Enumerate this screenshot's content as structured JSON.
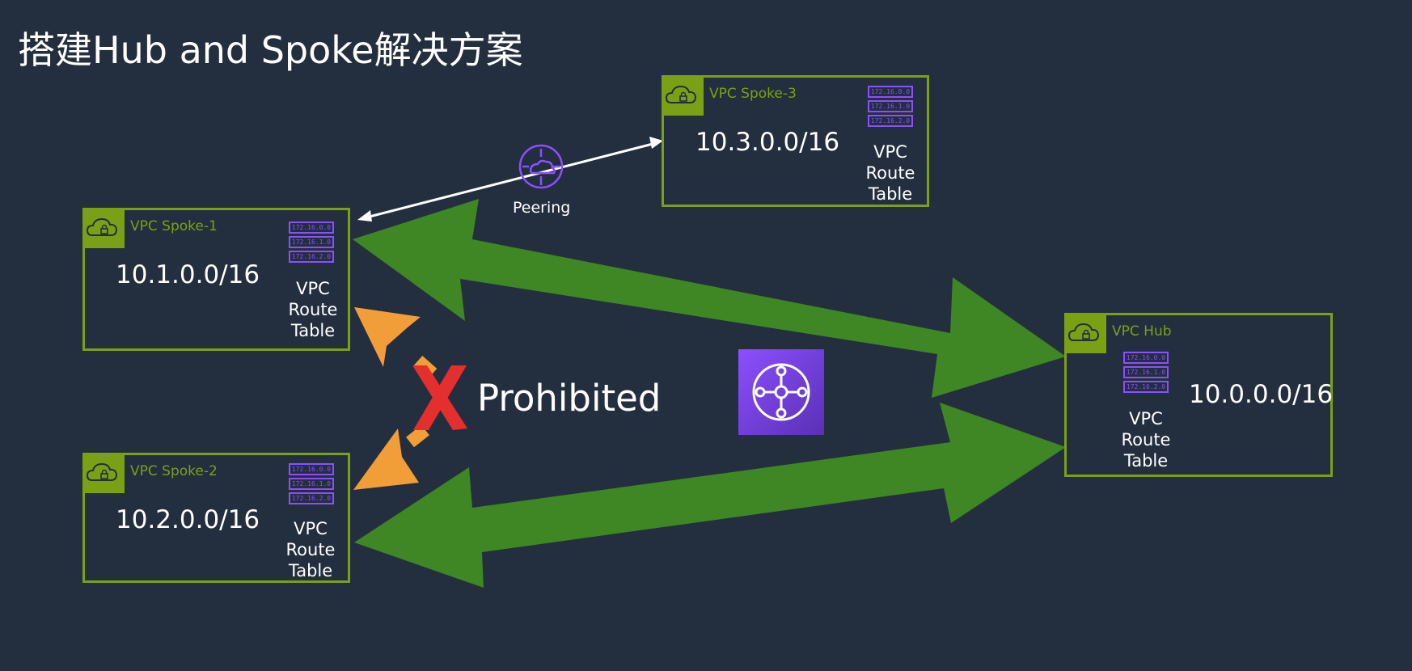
{
  "title": "搭建Hub and Spoke解决方案",
  "vpcs": {
    "spoke1": {
      "name": "VPC Spoke-1",
      "cidr": "10.1.0.0/16"
    },
    "spoke2": {
      "name": "VPC Spoke-2",
      "cidr": "10.2.0.0/16"
    },
    "spoke3": {
      "name": "VPC Spoke-3",
      "cidr": "10.3.0.0/16"
    },
    "hub": {
      "name": "VPC Hub",
      "cidr": "10.0.0.0/16"
    }
  },
  "route_table": {
    "label_lines": [
      "VPC",
      "Route",
      "Table"
    ],
    "entries": [
      "172.16.0.0",
      "172.16.1.0",
      "172.16.2.0"
    ]
  },
  "peering_label": "Peering",
  "prohibited_label": "Prohibited",
  "icons": {
    "vpc": "cloud-lock-icon",
    "route_table": "route-table-icon",
    "peering": "peering-icon",
    "transit_gateway": "transit-gateway-icon",
    "prohibited": "red-x-icon"
  },
  "colors": {
    "background": "#232f3e",
    "vpc_green": "#7aa116",
    "arrow_green": "#3f8624",
    "orange": "#f29e38",
    "red": "#e52e2e",
    "purple": "#8c4fff"
  }
}
